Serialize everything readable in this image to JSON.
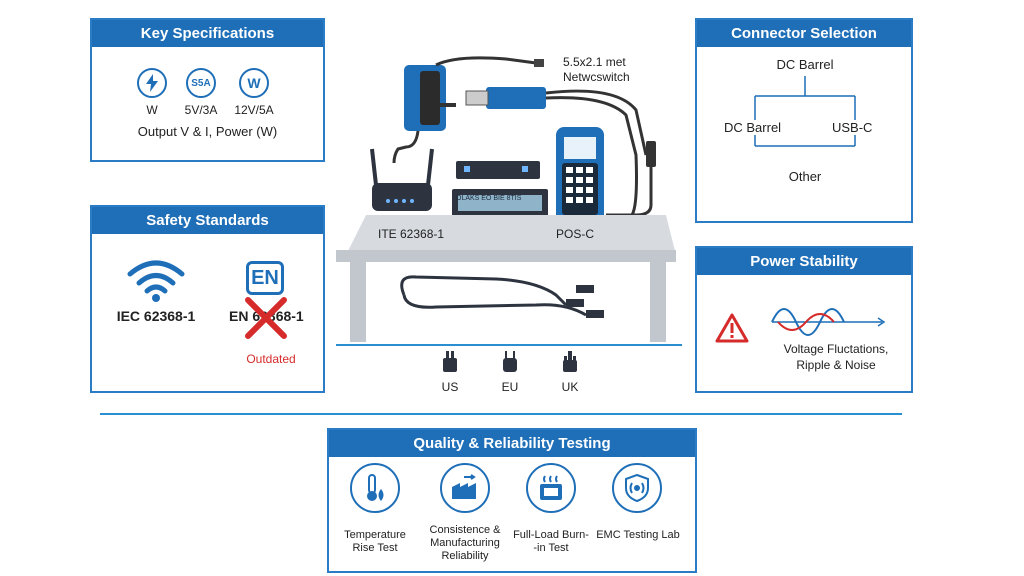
{
  "key_specs": {
    "title": "Key Specifications",
    "icons": [
      {
        "icon": "lightning-icon",
        "text": "",
        "label": "W"
      },
      {
        "icon": "amperage-badge",
        "text": "S5A",
        "label": "5V/3A"
      },
      {
        "icon": "watt-badge",
        "text": "W",
        "label": "12V/5A"
      }
    ],
    "caption": "Output V & I, Power (W)"
  },
  "safety": {
    "title": "Safety Standards",
    "iec_label": "IEC 62368-1",
    "en_badge": "EN",
    "en_label": "EN 62368-1",
    "outdated": "Outdated"
  },
  "center": {
    "cable_note_line1": "5.5x2.1 met",
    "cable_note_line2": "Netwcswitch",
    "table_label_left": "ITE 62368-1",
    "table_label_right": "POS-C",
    "device_text": "OLAKS EO BIE 8TIS",
    "plugs": [
      "US",
      "EU",
      "UK"
    ]
  },
  "connector": {
    "title": "Connector Selection",
    "top": "DC Barrel",
    "left": "DC Barrel",
    "right": "USB-C",
    "bottom": "Other"
  },
  "power_stability": {
    "title": "Power Stability",
    "line1": "Voltage Fluctations,",
    "line2": "Ripple & Noise"
  },
  "quality": {
    "title": "Quality & Reliability Testing",
    "items": [
      {
        "icon": "thermometer-icon",
        "line1": "Temperature",
        "line2": "Rise Test",
        "line3": ""
      },
      {
        "icon": "factory-icon",
        "line1": "Consistence &",
        "line2": "Manufacturing",
        "line3": "Reliability"
      },
      {
        "icon": "burn-in-icon",
        "line1": "Full-Load Burn-",
        "line2": "-in Test",
        "line3": ""
      },
      {
        "icon": "emc-shield-icon",
        "line1": "EMC Testing Lab",
        "line2": "",
        "line3": ""
      }
    ]
  },
  "colors": {
    "accent": "#1f6fb8",
    "warning": "#d62b2b",
    "divider": "#2a8fd0"
  }
}
